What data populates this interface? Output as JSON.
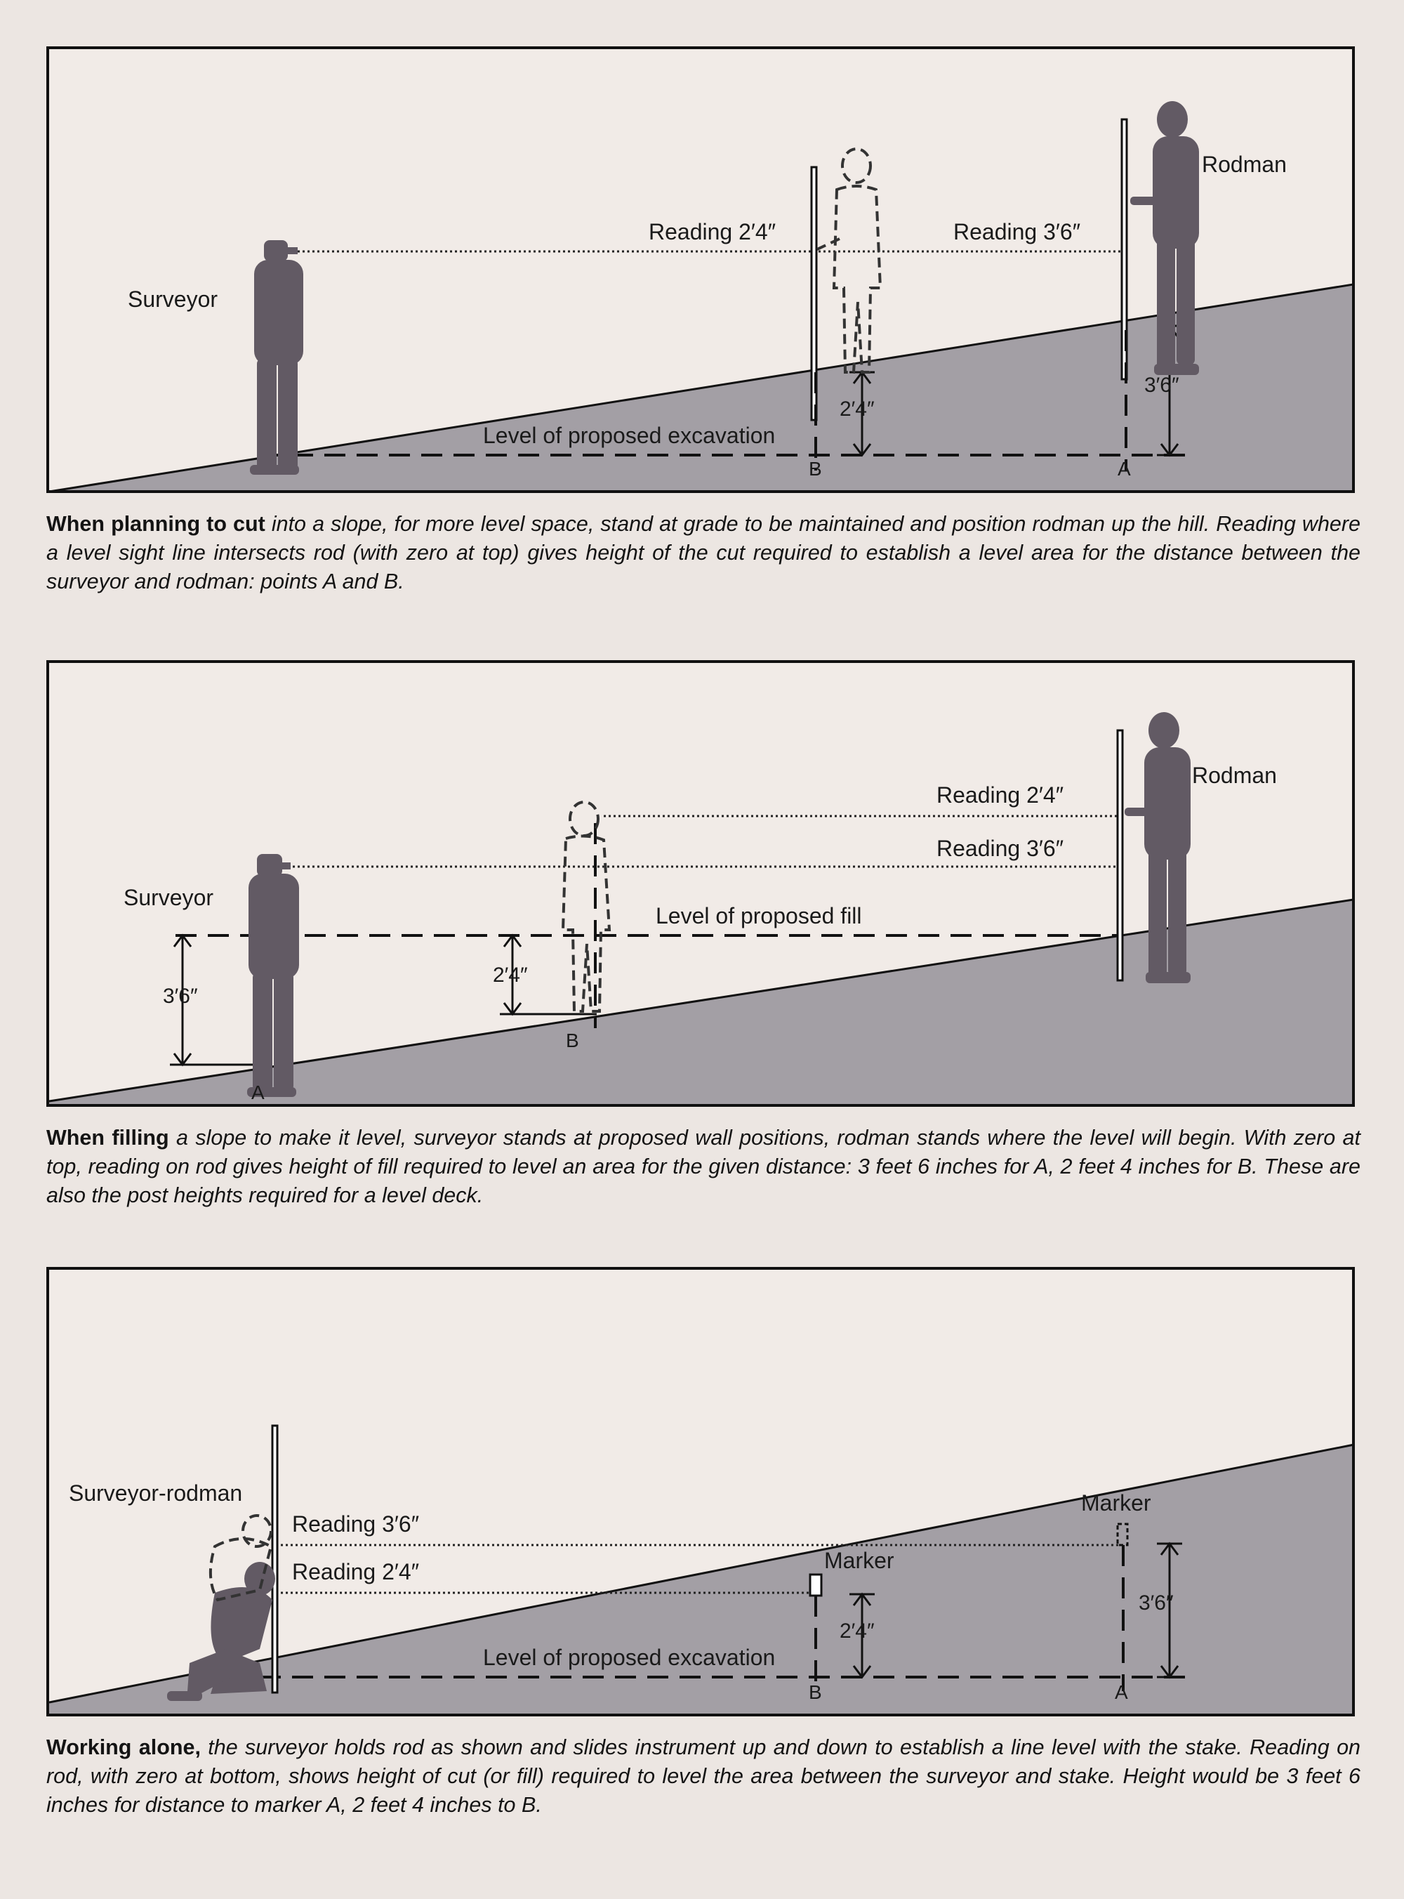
{
  "panels": [
    {
      "surveyor": "Surveyor",
      "rodman": "Rodman",
      "reading_near": "Reading 2′4″",
      "reading_far": "Reading 3′6″",
      "level_line": "Level of proposed excavation",
      "dim_b": "2′4″",
      "dim_a": "3′6″",
      "point_b": "B",
      "point_a": "A",
      "caption_lead": "When planning to cut",
      "caption_text": " into a slope, for more level space, stand at grade to be maintained and position rodman up the hill. Reading where a level sight line intersects rod (with zero at top) gives height of the cut required to establish a level area for the distance between the surveyor and rodman: points A and B."
    },
    {
      "surveyor": "Surveyor",
      "rodman": "Rodman",
      "reading_upper": "Reading 2′4″",
      "reading_lower": "Reading 3′6″",
      "level_line": "Level of proposed fill",
      "dim_a": "3′6″",
      "dim_b": "2′4″",
      "point_a": "A",
      "point_b": "B",
      "caption_lead": "When filling",
      "caption_text": " a slope to make it level, surveyor stands at proposed wall positions, rodman stands where the level will begin. With zero at top, reading on rod gives height of fill required to level an area for the given distance: 3 feet 6 inches for A, 2 feet 4 inches for B. These are also the post heights required for a level deck."
    },
    {
      "surveyor": "Surveyor-rodman",
      "reading_upper": "Reading 3′6″",
      "reading_lower": "Reading 2′4″",
      "marker_b": "Marker",
      "marker_a": "Marker",
      "level_line": "Level of proposed excavation",
      "dim_b": "2′4″",
      "dim_a": "3′6″",
      "point_b": "B",
      "point_a": "A",
      "caption_lead": "Working alone,",
      "caption_text": " the surveyor holds rod as shown and slides instrument up and down to establish a line level with the stake. Reading on rod, with zero at bottom, shows height of cut (or fill) required to level the area between the surveyor and stake. Height would be 3 feet 6 inches for distance to marker A, 2 feet 4 inches to B."
    }
  ],
  "colors": {
    "ground": "#a39fa5",
    "figure": "#625a64",
    "paper": "#f1ebe7"
  },
  "icons": [
    "surveyor-figure",
    "rodman-figure",
    "ghost-figure",
    "leveling-rod",
    "marker-stake"
  ]
}
